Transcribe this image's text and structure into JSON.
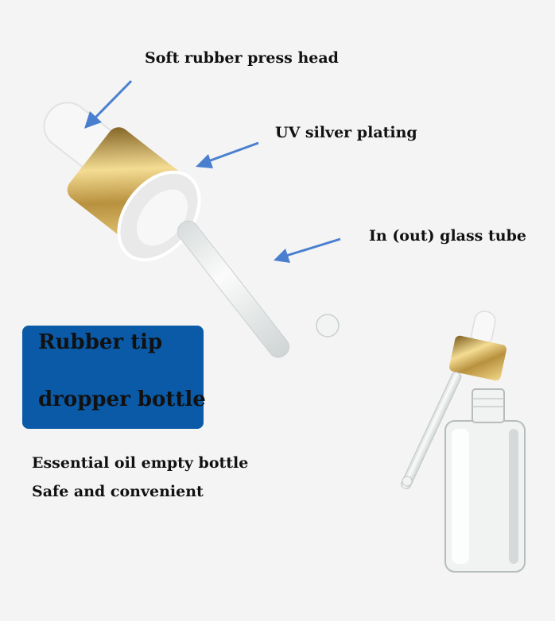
{
  "callouts": {
    "soft_rubber": "Soft rubber press head",
    "uv_plating": "UV silver plating",
    "glass_tube": "In (out) glass tube"
  },
  "banner": {
    "line1": "Rubber tip",
    "line2": "dropper bottle"
  },
  "description": {
    "line1": "Essential oil empty bottle",
    "line2": "Safe and convenient"
  },
  "colors": {
    "banner_bg": "#0a5aa8",
    "arrow": "#4a7fd0",
    "gold": "#c9a44a"
  }
}
